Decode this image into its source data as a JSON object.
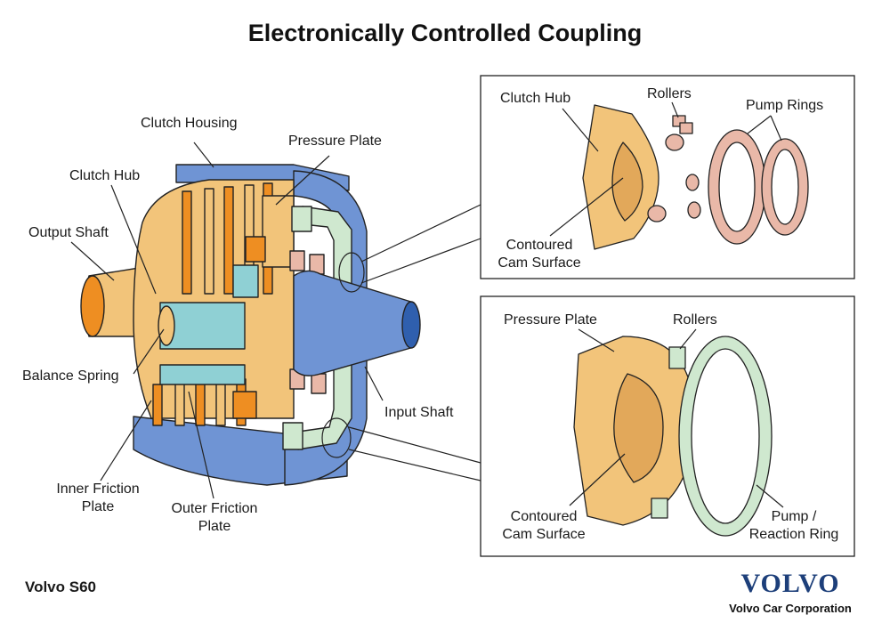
{
  "title": "Electronically Controlled Coupling",
  "main_labels": {
    "clutch_housing": "Clutch Housing",
    "pressure_plate": "Pressure Plate",
    "clutch_hub": "Clutch Hub",
    "output_shaft": "Output Shaft",
    "balance_spring": "Balance Spring",
    "input_shaft": "Input Shaft",
    "inner_friction_plate": [
      "Inner Friction",
      "Plate"
    ],
    "outer_friction_plate": [
      "Outer Friction",
      "Plate"
    ]
  },
  "detail_top": {
    "clutch_hub": "Clutch Hub",
    "rollers": "Rollers",
    "pump_rings": "Pump Rings",
    "contoured_cam_surface": [
      "Contoured",
      "Cam Surface"
    ]
  },
  "detail_bottom": {
    "pressure_plate": "Pressure Plate",
    "rollers": "Rollers",
    "contoured_cam_surface": [
      "Contoured",
      "Cam Surface"
    ],
    "pump_reaction_ring": [
      "Pump /",
      "Reaction Ring"
    ]
  },
  "footer": {
    "model": "Volvo S60",
    "brand": "VOLVO",
    "corporation": "Volvo Car Corporation"
  },
  "colors": {
    "housing_blue": "#6f94d4",
    "hub_orange": "#f2c47a",
    "plate_orange": "#ee8e22",
    "green": "#cfe8cf",
    "pink": "#e9b8a8",
    "teal": "#8fd0d4",
    "brand_blue": "#1d3f7a"
  }
}
